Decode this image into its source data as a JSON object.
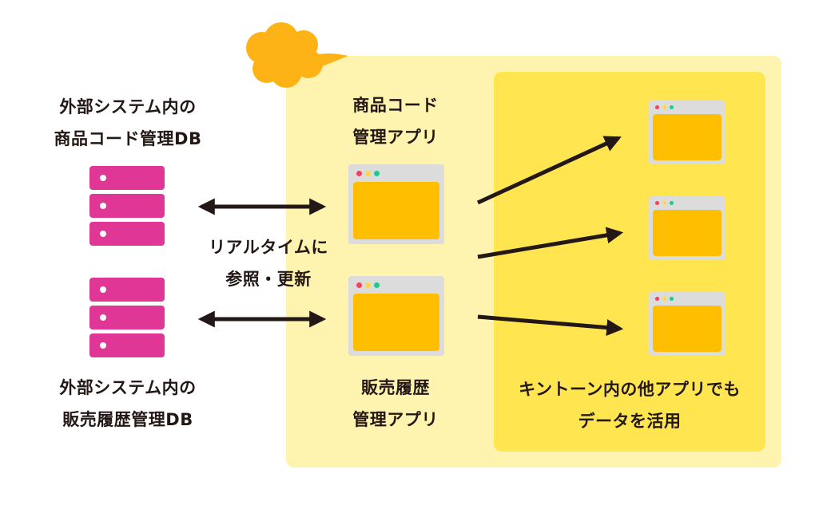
{
  "colors": {
    "outer_panel": "#fff3b0",
    "inner_panel": "#ffe650",
    "cloud": "#fdb316",
    "db": "#e03797",
    "app_frame": "#dcdcdc",
    "app_screen": "#ffbe00",
    "dot_red": "#f0445a",
    "dot_yellow": "#ffd84a",
    "dot_green": "#1ec98a",
    "arrow": "#231815",
    "text": "#231815"
  },
  "external": {
    "product_db": {
      "line1": "外部システム内の",
      "line2": "商品コード管理DB",
      "icon": "database-server-icon"
    },
    "sales_db": {
      "line1": "外部システム内の",
      "line2": "販売履歴管理DB",
      "icon": "database-server-icon"
    }
  },
  "sync_label": {
    "line1": "リアルタイムに",
    "line2": "参照・更新"
  },
  "kintone": {
    "cloud_icon": "cloud-icon",
    "product_app": {
      "line1": "商品コード",
      "line2": "管理アプリ",
      "icon": "app-window-icon"
    },
    "sales_app": {
      "line1": "販売履歴",
      "line2": "管理アプリ",
      "icon": "app-window-icon"
    },
    "other_apps": {
      "count": 3,
      "icon": "app-window-icon",
      "caption_line1": "キントーン内の他アプリでも",
      "caption_line2": "データを活用"
    }
  }
}
